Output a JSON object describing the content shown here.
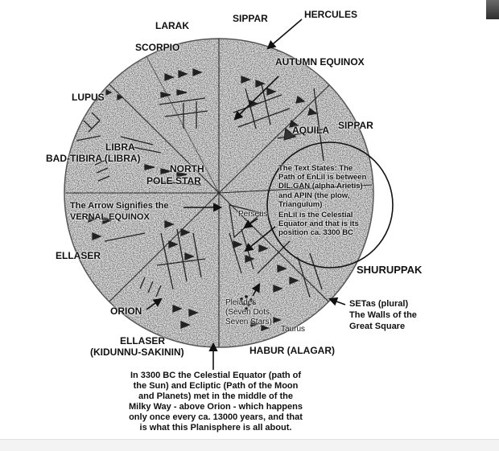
{
  "disc_labels": {
    "larak": "LARAK",
    "sippar_top": "SIPPAR",
    "scorpio": "SCORPIO",
    "lupus": "LUPUS",
    "aquila": "AQUILA",
    "sippar_right": "SIPPAR",
    "libra": "LIBRA",
    "bad_tibira": "BAD-TIBIRA (LIBRA)",
    "north": "NORTH",
    "pole_star": "POLE STAR",
    "ellaser_left": "ELLASER",
    "orion": "ORION",
    "ellaser_bottom": "ELLASER",
    "kidunnu": "(KIDUNNU-SAKININ)",
    "habur": "HABUR (ALAGAR)",
    "shuruppak": "SHURUPPAK",
    "perseus": "Perseus",
    "pleiades_1": "Pleiades",
    "pleiades_2": "(Seven Dots,",
    "pleiades_3": "Seven Stars)",
    "taurus": "Taurus"
  },
  "annotations": {
    "hercules": "HERCULES",
    "autumn_equinox": "AUTUMN EQUINOX",
    "arrow_signifies_1": "The Arrow Signifies the",
    "arrow_signifies_2": "VERNAL EQUINOX",
    "setas_1": "SETas (plural)",
    "setas_2": "The Walls of the",
    "setas_3": "Great Square"
  },
  "circle_note": {
    "l1": "The Text States: The",
    "l2": "Path of EnLil is between",
    "l3": "DIL.GAN (alpha Arietis)",
    "l4": "and APIN (the plow,",
    "l5": "Triangulum)",
    "l6": "EnLil is the Celestial",
    "l7": "Equator and that is its",
    "l8": "position ca. 3300 BC"
  },
  "caption": {
    "l1": "In 3300 BC the Celestial Equator (path of",
    "l2": "the Sun) and Ecliptic (Path of the Moon",
    "l3": "and Planets) met in the middle of the",
    "l4": "Milky Way - above Orion -  which happens",
    "l5": "only once  every ca. 13000 years, and that",
    "l6": "is what this Planisphere is all about."
  }
}
